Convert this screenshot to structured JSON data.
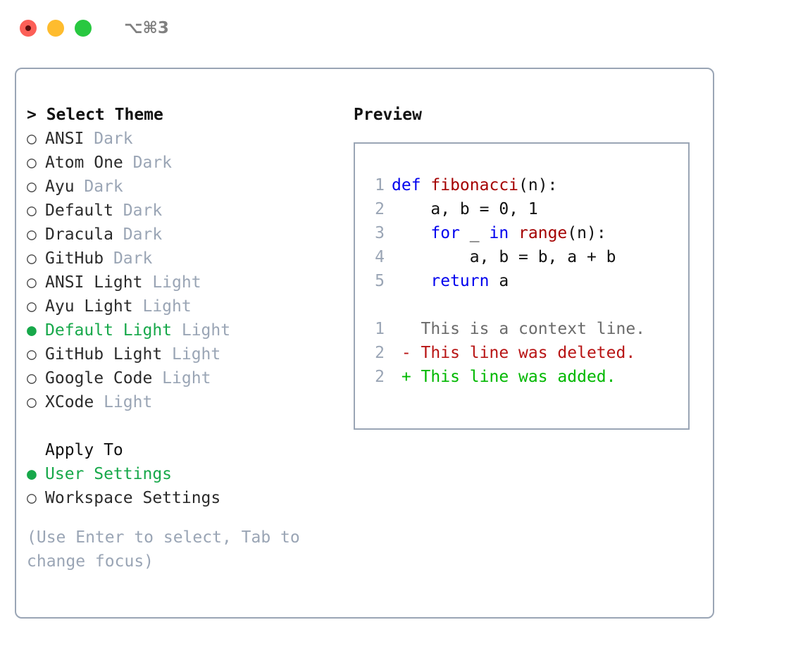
{
  "titlebar": {
    "shortcut": "⌥⌘3",
    "dots": [
      "close-red",
      "minimize-yellow",
      "maximize-green"
    ]
  },
  "theme_picker": {
    "header": "> Select Theme",
    "items": [
      {
        "marker": "○",
        "label": "ANSI",
        "kind": "Dark",
        "selected": false
      },
      {
        "marker": "○",
        "label": "Atom One",
        "kind": "Dark",
        "selected": false
      },
      {
        "marker": "○",
        "label": "Ayu",
        "kind": "Dark",
        "selected": false
      },
      {
        "marker": "○",
        "label": "Default",
        "kind": "Dark",
        "selected": false
      },
      {
        "marker": "○",
        "label": "Dracula",
        "kind": "Dark",
        "selected": false
      },
      {
        "marker": "○",
        "label": "GitHub",
        "kind": "Dark",
        "selected": false
      },
      {
        "marker": "○",
        "label": "ANSI Light",
        "kind": "Light",
        "selected": false
      },
      {
        "marker": "○",
        "label": "Ayu Light",
        "kind": "Light",
        "selected": false
      },
      {
        "marker": "●",
        "label": "Default Light",
        "kind": "Light",
        "selected": true
      },
      {
        "marker": "○",
        "label": "GitHub Light",
        "kind": "Light",
        "selected": false
      },
      {
        "marker": "○",
        "label": "Google Code",
        "kind": "Light",
        "selected": false
      },
      {
        "marker": "○",
        "label": "XCode",
        "kind": "Light",
        "selected": false
      }
    ]
  },
  "apply_to": {
    "header": "Apply To",
    "options": [
      {
        "marker": "●",
        "label": "User Settings",
        "selected": true
      },
      {
        "marker": "○",
        "label": "Workspace Settings",
        "selected": false
      }
    ]
  },
  "hint": "(Use Enter to select, Tab to change focus)",
  "preview": {
    "title": "Preview",
    "code_lines": [
      {
        "no": "1",
        "tokens": [
          {
            "t": "def ",
            "c": "kw"
          },
          {
            "t": "fibonacci",
            "c": "fn"
          },
          {
            "t": "(n):",
            "c": "txt"
          }
        ]
      },
      {
        "no": "2",
        "tokens": [
          {
            "t": "    a, b = 0, 1",
            "c": "txt"
          }
        ]
      },
      {
        "no": "3",
        "tokens": [
          {
            "t": "    ",
            "c": "txt"
          },
          {
            "t": "for",
            "c": "kw"
          },
          {
            "t": " _ ",
            "c": "txt"
          },
          {
            "t": "in",
            "c": "kw"
          },
          {
            "t": " ",
            "c": "txt"
          },
          {
            "t": "range",
            "c": "fn"
          },
          {
            "t": "(n):",
            "c": "txt"
          }
        ]
      },
      {
        "no": "4",
        "tokens": [
          {
            "t": "        a, b = b, a + b",
            "c": "txt"
          }
        ]
      },
      {
        "no": "5",
        "tokens": [
          {
            "t": "    ",
            "c": "txt"
          },
          {
            "t": "return",
            "c": "kw"
          },
          {
            "t": " a",
            "c": "txt"
          }
        ]
      }
    ],
    "diff_lines": [
      {
        "no": "1",
        "tokens": [
          {
            "t": "   This is a context line.",
            "c": "ctx"
          }
        ]
      },
      {
        "no": "2",
        "tokens": [
          {
            "t": " - This line was deleted.",
            "c": "del"
          }
        ]
      },
      {
        "no": "2",
        "tokens": [
          {
            "t": " + This line was added.",
            "c": "add"
          }
        ]
      }
    ]
  },
  "colors": {
    "accent_green": "#17a84a",
    "muted": "#9aa5b5",
    "border": "#9aa5b5",
    "keyword_blue": "#0000ee",
    "function_red": "#a40000",
    "diff_delete": "#b81414",
    "diff_add": "#00b800",
    "dot_red": "#fc5f57",
    "dot_yellow": "#febc2e",
    "dot_green": "#28c840"
  }
}
